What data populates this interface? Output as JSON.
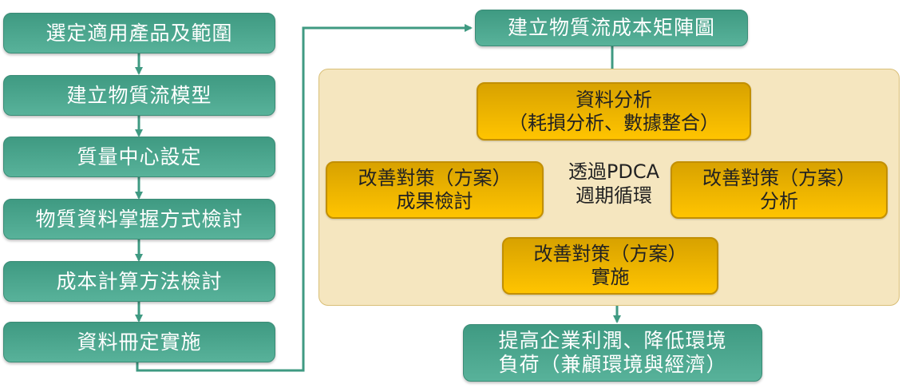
{
  "left_steps": [
    {
      "label": "選定適用產品及範圍"
    },
    {
      "label": "建立物質流模型"
    },
    {
      "label": "質量中心設定"
    },
    {
      "label": "物質資料掌握方式檢討"
    },
    {
      "label": "成本計算方法檢討"
    },
    {
      "label": "資料冊定實施"
    }
  ],
  "matrix_step": {
    "label": "建立物質流成本矩陣圖"
  },
  "pdca": {
    "center_line1": "透過PDCA",
    "center_line2": "週期循環",
    "analysis": {
      "line1": "資料分析",
      "line2": "（耗損分析、數據整合）"
    },
    "plan": {
      "line1": "改善對策（方案）",
      "line2": "分析"
    },
    "do": {
      "line1": "改善對策（方案）",
      "line2": "實施"
    },
    "check": {
      "line1": "改善對策（方案）",
      "line2": "成果檢討"
    }
  },
  "outcome": {
    "line1": "提高企業利潤、降低環境",
    "line2": "負荷（兼顧環境與經濟）"
  },
  "colors": {
    "green": "#4aa58c",
    "gold": "#ffc400",
    "gold_line": "#c28f00",
    "panel": "#f5e6bf"
  }
}
